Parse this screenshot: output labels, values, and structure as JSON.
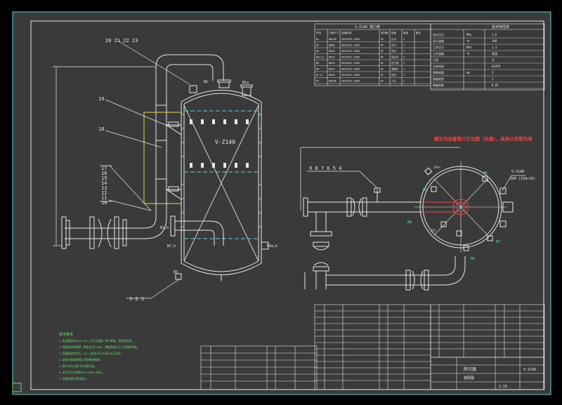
{
  "colors": {
    "background": "#000000",
    "sheet": "#3a3a3a",
    "line_white": "#e8e8e8",
    "line_cyan": "#5fd4d4",
    "line_red": "#ff4040",
    "line_green": "#5fe05f",
    "line_yellow": "#e0e040"
  },
  "vessel": {
    "tag": "V-Z140",
    "nozzles": {
      "n2": "N2",
      "n1a": "N1a",
      "n4": "N4a,b",
      "n3": "N3",
      "n7": "N7,b",
      "n1": "N1,b",
      "bottom": "N3"
    }
  },
  "balloons_left": {
    "top": "20 21 22 23",
    "b19": "19",
    "b18": "18",
    "stack": [
      "17",
      "16",
      "15",
      "14",
      "13",
      "12",
      "11",
      "10"
    ],
    "bottom": "5 2 1"
  },
  "balloons_right": {
    "row": "9 8 7 6 5 4",
    "plan_label": "V-Z140",
    "detail": "300 (150×28)",
    "n_labels": [
      "N4a",
      "N1",
      "N3",
      "N6",
      "N7",
      "N8",
      "N5"
    ]
  },
  "red_note": "图示为设备管口方位图（示意），具体以实物为准",
  "nozzle_table": {
    "title": "V-Z140 管口表",
    "headers": [
      "符号",
      "公称尺寸",
      "连接标准",
      "密封面",
      "用途",
      "数量",
      "备注"
    ],
    "rows": [
      [
        "N1",
        "DN100",
        "HG20592-2009",
        "RF",
        "出口",
        "1",
        ""
      ],
      [
        "N2",
        "DN80",
        "HG20592-2009",
        "RF",
        "进口",
        "1",
        ""
      ],
      [
        "N3",
        "DN50",
        "HG20592-2009",
        "RF",
        "排污",
        "1",
        ""
      ],
      [
        "N4a,b",
        "DN25",
        "HG20592-2009",
        "RF",
        "液位计",
        "2",
        ""
      ],
      [
        "N5",
        "DN25",
        "HG20592-2009",
        "RF",
        "压力表",
        "1",
        ""
      ],
      [
        "N6",
        "DN25",
        "HG20592-2009",
        "RF",
        "温度计",
        "1",
        ""
      ],
      [
        "N7,b",
        "DN20",
        "HG20592-2009",
        "RF",
        "放空",
        "2",
        ""
      ],
      [
        "M1",
        "DN500",
        "HG20592-2009",
        "RF",
        "人孔",
        "1",
        ""
      ]
    ]
  },
  "tech_table": {
    "title": "技术特性表",
    "rows": [
      [
        "设计压力",
        "MPa",
        "1.6"
      ],
      [
        "设计温度",
        "℃",
        "100"
      ],
      [
        "工作压力",
        "MPa",
        "1.2"
      ],
      [
        "工作温度",
        "℃",
        "常温"
      ],
      [
        "介质",
        "",
        "水"
      ],
      [
        "主体材质",
        "",
        "Q345R"
      ],
      [
        "腐蚀裕量",
        "mm",
        "2"
      ],
      [
        "容器类别",
        "",
        "I"
      ],
      [
        "焊缝系数",
        "",
        "0.85"
      ]
    ]
  },
  "notes": {
    "title": "技术要求",
    "lines": [
      "1.本设备按GB150-2011《压力容器》进行制造、检验和验收。",
      "2.焊接采用电弧焊，焊条型号E4303，焊缝高度不小于较薄件厚度。",
      "3.设备制造完毕后，以1.5倍设计压力进行水压试验。",
      "4.设备外表面除锈后涂防锈漆两遍。",
      "5.管口方位以管口方位图为准。",
      "6.未注尺寸公差按GB/T1804-m执行。",
      "7.设备铭牌位置见图示。"
    ]
  },
  "title_block": {
    "name": "除污器",
    "sub": "装配图",
    "scale": "1:10",
    "drawing_no": "V-Z140"
  }
}
